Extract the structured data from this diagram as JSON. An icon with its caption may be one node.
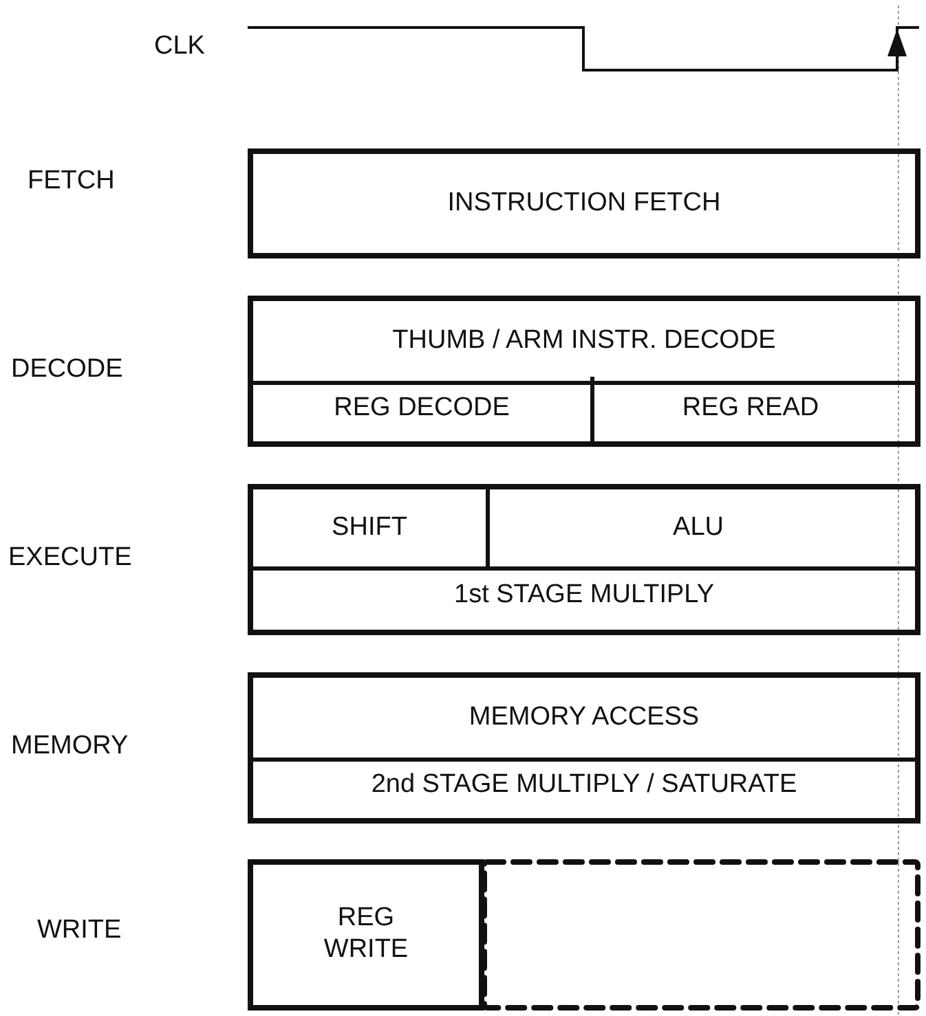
{
  "diagram": {
    "nodes": [
      {
        "text": [
          "INSTRUCTION FETCH"
        ]
      },
      {
        "text": [],
        "shape": "box"
      },
      {
        "text": [
          "THUMB / ARM INSTR. DECODE"
        ],
        "in": 1
      },
      {
        "text": [
          "REG DECODE"
        ],
        "in": 1
      },
      {
        "text": [
          "REG READ"
        ],
        "in": 1
      },
      {
        "text": [],
        "shape": "box"
      },
      {
        "text": [
          "SHIFT"
        ],
        "in": 5
      },
      {
        "text": [
          "ALU"
        ],
        "in": 5
      },
      {
        "text": [
          "1st STAGE MULTIPLY"
        ],
        "in": 5
      },
      {
        "text": [],
        "shape": "box"
      },
      {
        "text": [
          "MEMORY ACCESS"
        ],
        "in": 9
      },
      {
        "text": [
          "2nd STAGE MULTIPLY / SATURATE"
        ],
        "in": 9
      },
      {
        "text": [
          "REG WRITE"
        ]
      },
      {
        "text": [],
        "shape": "box"
      }
    ],
    "labels": [
      "CLK",
      "FETCH",
      "DECODE",
      "EXECUTE",
      "MEMORY",
      "WRITE"
    ]
  }
}
